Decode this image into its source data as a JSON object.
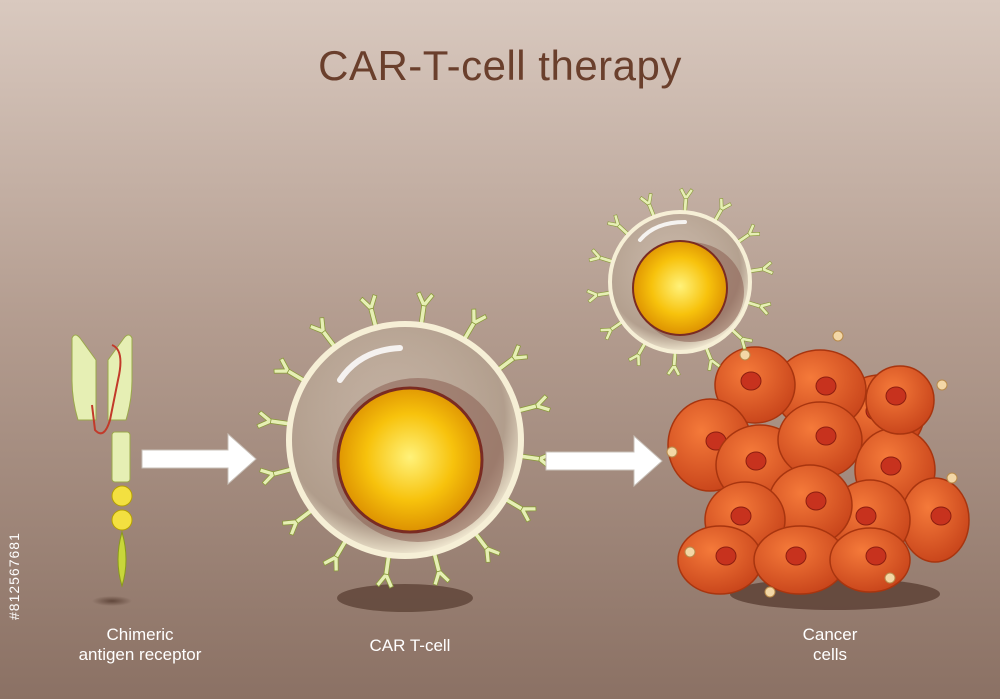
{
  "title": "CAR-T-cell therapy",
  "labels": {
    "car_line1": "Chimeric",
    "car_line2": "antigen receptor",
    "tcell": "CAR T-cell",
    "cancer_line1": "Cancer",
    "cancer_line2": "cells"
  },
  "stock_id": "#812567681",
  "colors": {
    "title": "#6a3f2c",
    "receptor": "#e6efb4",
    "nucleus": "#f7c20c",
    "cancer": "#e0602a",
    "arrow": "#ffffff"
  }
}
